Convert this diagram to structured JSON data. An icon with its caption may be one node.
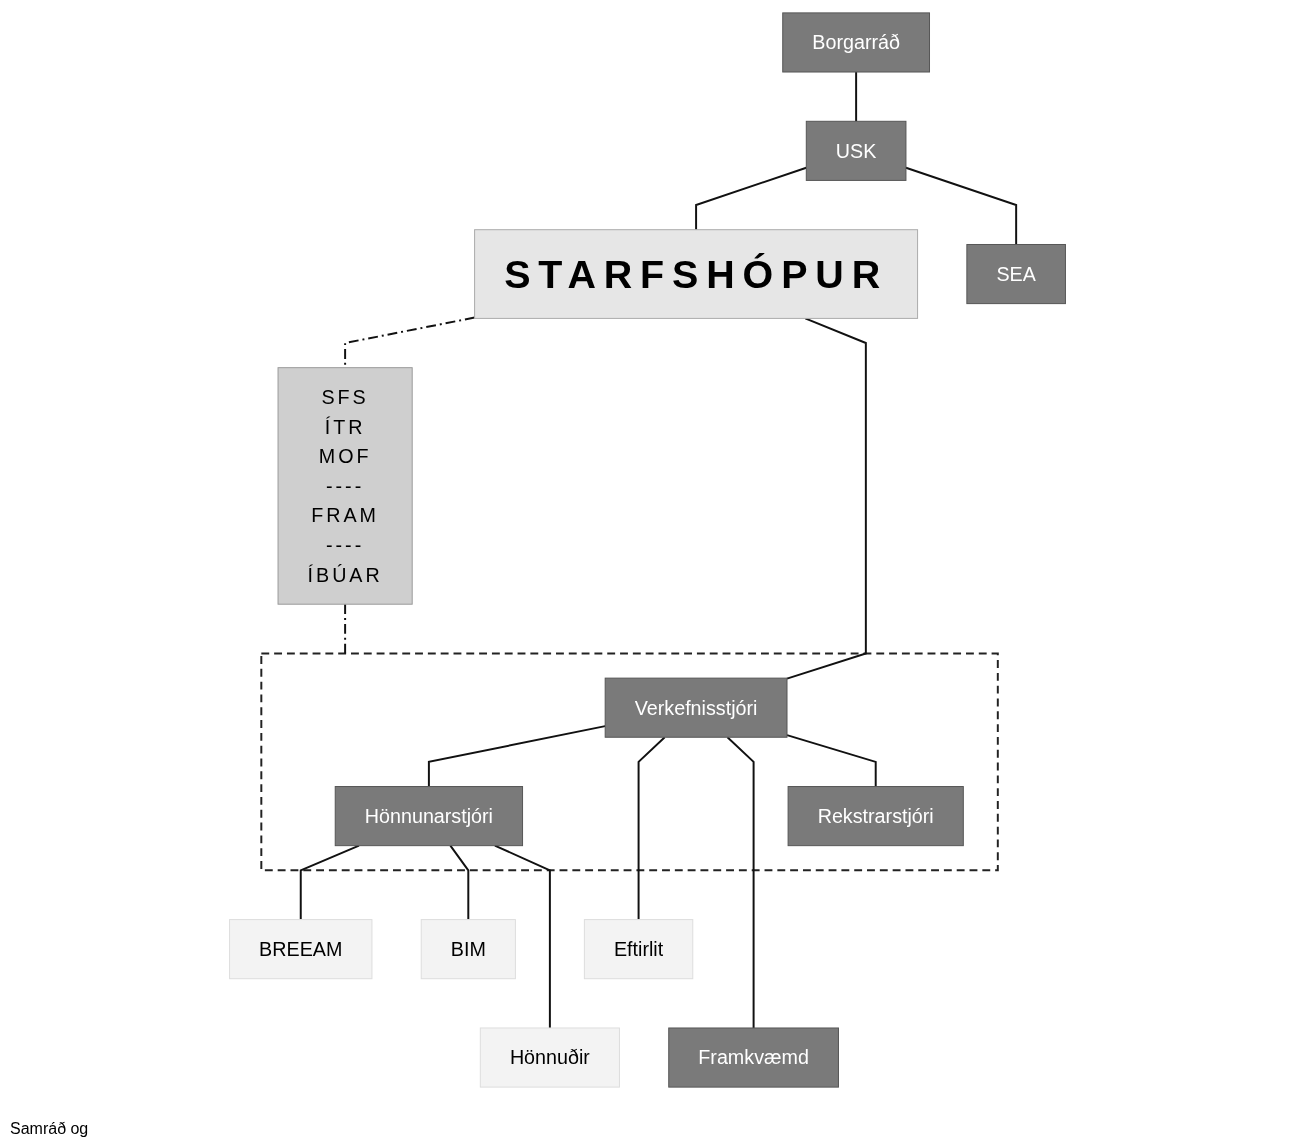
{
  "diagram": {
    "nodes": [
      {
        "text": [
          "Borgarráð"
        ]
      },
      {
        "text": [
          "USK"
        ]
      },
      {
        "text": [
          "SEA"
        ]
      },
      {
        "text": [
          "STARFSHÓPUR"
        ]
      },
      {
        "text": [
          "SFS",
          "ÍTR",
          "MOF",
          "----",
          "FRAM",
          "----",
          "ÍBÚAR"
        ]
      },
      {
        "text": [],
        "shape": "box"
      },
      {
        "text": [
          "Verkefnisstjóri"
        ],
        "in": 5
      },
      {
        "text": [
          "Hönnunarstjóri"
        ],
        "in": 5
      },
      {
        "text": [
          "Rekstrarstjóri"
        ],
        "in": 5
      },
      {
        "text": [
          "BREEAM"
        ]
      },
      {
        "text": [
          "BIM"
        ]
      },
      {
        "text": [
          "Hönnuðir"
        ]
      },
      {
        "text": [
          "Eftirlit"
        ]
      },
      {
        "text": [
          "Framkvæmd"
        ]
      }
    ],
    "edges": [
      {
        "from": 0,
        "to": 1,
        "arrow": "none"
      },
      {
        "from": 1,
        "to": 3,
        "arrow": "none"
      },
      {
        "from": 1,
        "to": 2,
        "arrow": "none"
      },
      {
        "from": 3,
        "to": 4,
        "arrow": "none",
        "style": "dashed"
      },
      {
        "from": 3,
        "to": 6,
        "arrow": "none"
      },
      {
        "from": 6,
        "to": 7,
        "arrow": "none"
      },
      {
        "from": 6,
        "to": 12,
        "arrow": "none"
      },
      {
        "from": 6,
        "to": 13,
        "arrow": "none"
      },
      {
        "from": 6,
        "to": 8,
        "arrow": "none"
      },
      {
        "from": 4,
        "to": 5,
        "arrow": "none",
        "style": "dashed"
      },
      {
        "from": 7,
        "to": 9,
        "arrow": "none"
      },
      {
        "from": 7,
        "to": 10,
        "arrow": "none"
      },
      {
        "from": 7,
        "to": 11,
        "arrow": "none"
      }
    ],
    "labels": [
      "Samráð og"
    ]
  }
}
